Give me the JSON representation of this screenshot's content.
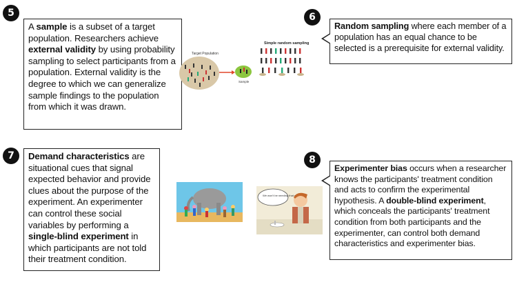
{
  "panel5": {
    "number": "5",
    "text": [
      {
        "t": "A ",
        "b": false
      },
      {
        "t": "sample",
        "b": true
      },
      {
        "t": " is a subset of a target population. Researchers achieve ",
        "b": false
      },
      {
        "t": "external validity",
        "b": true
      },
      {
        "t": " by using probability sampling to select participants from a population. External validity is the degree to which we can generalize sample findings to the population from which it was drawn.",
        "b": false
      }
    ],
    "illustration": {
      "target_label": "Target Population",
      "sample_label": "Sample",
      "srs_title": "Simple random sampling"
    }
  },
  "panel6": {
    "number": "6",
    "text": [
      {
        "t": "Random sampling",
        "b": true
      },
      {
        "t": " where each member of a population has an equal chance to be selected is a prerequisite for external validity.",
        "b": false
      }
    ]
  },
  "panel7": {
    "number": "7",
    "text": [
      {
        "t": "Demand characteristics",
        "b": true
      },
      {
        "t": " are situational cues that signal expected behavior and provide clues about the purpose of the experiment. An experimenter can control these social variables by performing a ",
        "b": false
      },
      {
        "t": "single-blind experiment",
        "b": true
      },
      {
        "t": " in which participants are not told their treatment condition.",
        "b": false
      }
    ]
  },
  "panel8": {
    "number": "8",
    "text": [
      {
        "t": "Experimenter bias",
        "b": true
      },
      {
        "t": " occurs when a researcher knows the participants' treatment condition and acts to confirm the experimental hypothesis. A ",
        "b": false
      },
      {
        "t": "double-blind experiment",
        "b": true
      },
      {
        "t": ", which conceals the participants' treatment condition from both participants and the experimenter, can control both demand characteristics and experimenter bias.",
        "b": false
      }
    ],
    "speech": "We won't be needing that sample..."
  },
  "colors": {
    "population_bg": "#d9c8a8",
    "sample_green": "#8cc63f",
    "arrow_red": "#e0462a",
    "sky_blue": "#6ec6e8",
    "elephant_gray": "#9a9a9a"
  }
}
